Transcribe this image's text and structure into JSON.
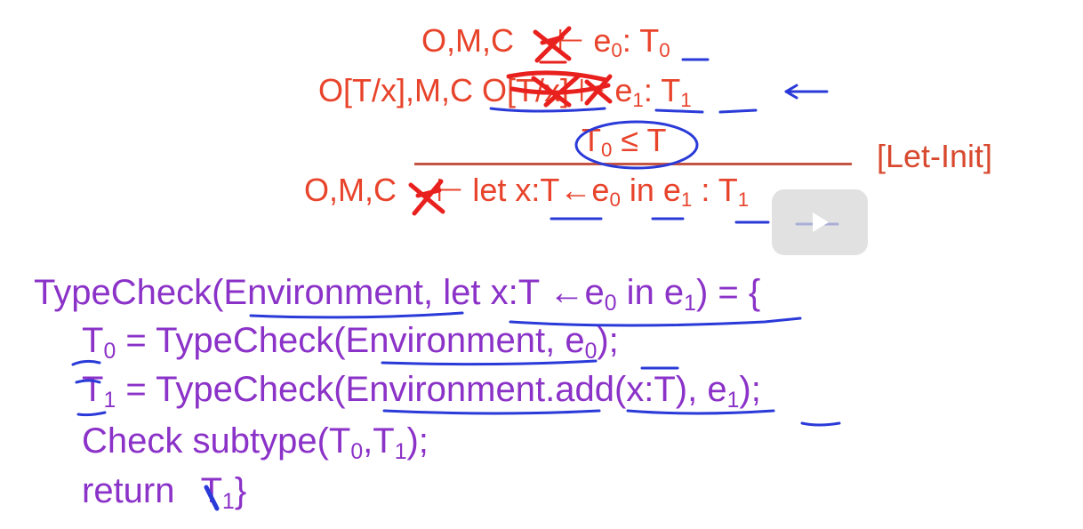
{
  "rule": {
    "premise1": {
      "ctx": "O,M,C ",
      "turnstile": "⊢",
      "expr": "e",
      "expr_sub": "0",
      "colon": ": ",
      "type": "T",
      "type_sub": "0"
    },
    "premise2": {
      "ctx": "O[T/x],M,C ",
      "struck": "O[T/x]",
      "turnstile": "⊢",
      "expr": "e",
      "expr_sub": "1",
      "colon": ": ",
      "type": "T",
      "type_sub": "1",
      "arrow": "←"
    },
    "premise3": {
      "t": "T",
      "t_sub": "0",
      "le": " ≤ T"
    },
    "conclusion": {
      "ctx": "O,M,C ",
      "turnstile": "⊢",
      "let": "let ",
      "bind": "x:T",
      "arrow": "←",
      "e0": "e",
      "e0_sub": "0",
      "in": " in ",
      "e1": "e",
      "e1_sub": "1",
      "colon": " : ",
      "type": "T",
      "type_sub": "1"
    },
    "name": "[Let-Init]"
  },
  "code": {
    "line1": {
      "a": "TypeCheck(",
      "env": "Environment",
      "b": ", ",
      "let": "let x:T ",
      "arrow": "←",
      "e": "e",
      "e_sub": "0",
      "in": " in e",
      "in_sub": "1",
      "c": ") = {"
    },
    "line2": {
      "t": "T",
      "t_sub": "0",
      "a": " = TypeCheck(",
      "env": "Environment",
      "b": ", ",
      "e": "e",
      "e_sub": "0",
      "c": ");"
    },
    "line3": {
      "t": "T",
      "t_sub": "1",
      "a": " = TypeCheck(",
      "env": "Environment",
      "dot": ".",
      "add": "add(x:T)",
      "b": ", ",
      "e": "e",
      "e_sub": "1",
      "c": ");"
    },
    "line4": {
      "a": "Check  subtype(T",
      "a_sub": "0",
      "b": ",T",
      "b_sub": "1",
      "c": ");"
    },
    "line5": {
      "a": "return ",
      "t": "T",
      "t_sub": "1",
      "c": "}"
    }
  },
  "colors": {
    "rule_text": "#e8432b",
    "code_text": "#8b32c8",
    "annotation_red": "#e8201e",
    "annotation_blue": "#2a3ad8"
  },
  "video": {
    "control": "play-icon"
  }
}
